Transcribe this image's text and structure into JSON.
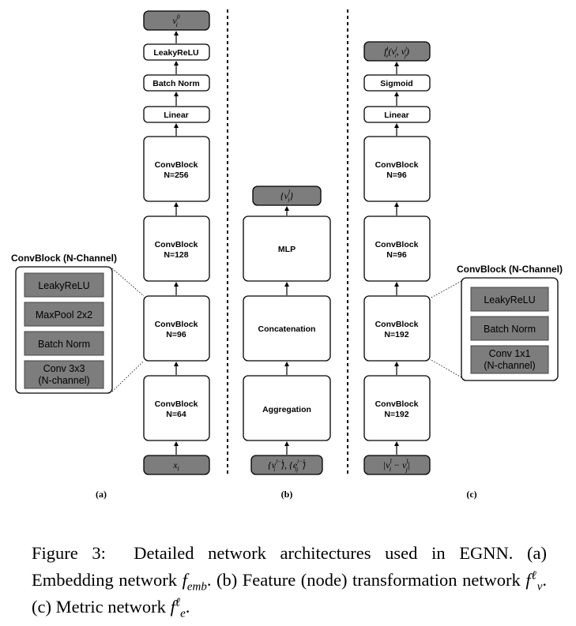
{
  "panel_a": {
    "output": "v_i^0",
    "leaky": "LeakyReLU",
    "bn": "Batch Norm",
    "linear": "Linear",
    "block_title": "ConvBlock",
    "n256": "N=256",
    "n128": "N=128",
    "n96": "N=96",
    "n64": "N=64",
    "input": "x_i",
    "label": "(a)"
  },
  "convblock_a": {
    "title": "ConvBlock (N-Channel)",
    "items": [
      "LeakyReLU",
      "MaxPool 2x2",
      "Batch Norm",
      "Conv 3x3",
      "(N-channel)"
    ]
  },
  "panel_b": {
    "output": "{v_i^l}",
    "mlp": "MLP",
    "concat": "Concatenation",
    "agg": "Aggregation",
    "input": "{v_i^{l-1}}, {e_ij^{l-1}}",
    "label": "(b)"
  },
  "panel_c": {
    "output": "f_e^l(v_i^l, v_j^l)",
    "sigmoid": "Sigmoid",
    "linear": "Linear",
    "block_title": "ConvBlock",
    "n96": "N=96",
    "n192": "N=192",
    "input": "|v_i^l − v_j^l|",
    "label": "(c)"
  },
  "convblock_c": {
    "title": "ConvBlock (N-Channel)",
    "items": [
      "LeakyReLU",
      "Batch Norm",
      "Conv 1x1",
      "(N-channel)"
    ]
  },
  "caption": {
    "fig": "Figure 3:",
    "text1": "Detailed network architectures used in EGNN. (a) Embedding network",
    "sym_emb": "f",
    "sub_emb": "emb",
    "text2": ". (b) Feature (node) transformation network",
    "sym_v": "f",
    "sup_v": "ℓ",
    "sub_v": "v",
    "text3": ". (c) Metric network",
    "sym_e": "f",
    "sup_e": "ℓ",
    "sub_e": "e",
    "text4": "."
  }
}
